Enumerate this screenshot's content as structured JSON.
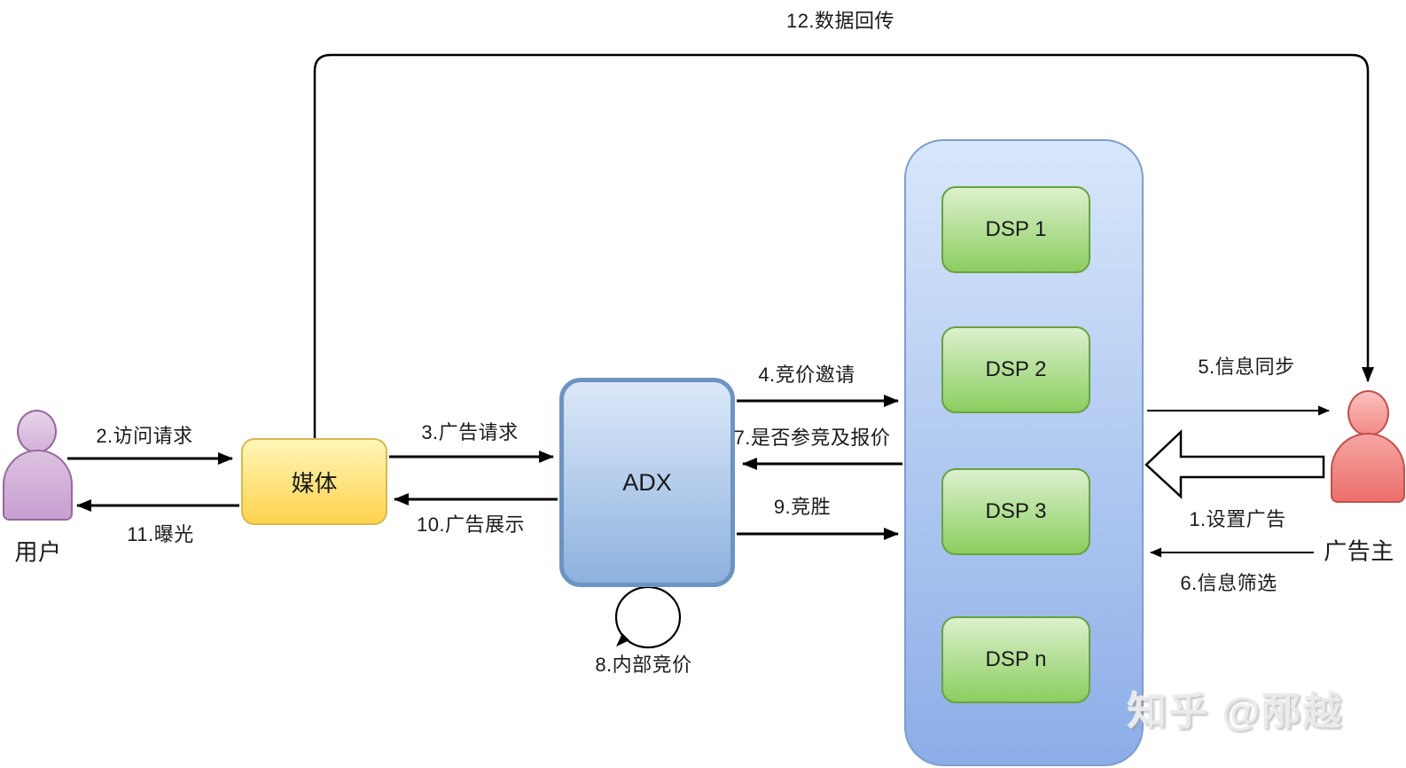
{
  "nodes": {
    "user": {
      "label": "用户"
    },
    "media": {
      "label": "媒体"
    },
    "adx": {
      "label": "ADX"
    },
    "dsp_pool": {
      "items": [
        {
          "label": "DSP 1"
        },
        {
          "label": "DSP 2"
        },
        {
          "label": "DSP 3"
        },
        {
          "label": "DSP n"
        }
      ]
    },
    "advertiser": {
      "label": "广告主"
    }
  },
  "flows": {
    "f1": {
      "label": "1.设置广告"
    },
    "f2": {
      "label": "2.访问请求"
    },
    "f3": {
      "label": "3.广告请求"
    },
    "f4": {
      "label": "4.竞价邀请"
    },
    "f5": {
      "label": "5.信息同步"
    },
    "f6": {
      "label": "6.信息筛选"
    },
    "f7": {
      "label": "7.是否参竞及报价"
    },
    "f8": {
      "label": "8.内部竞价"
    },
    "f9": {
      "label": "9.竞胜"
    },
    "f10": {
      "label": "10.广告展示"
    },
    "f11": {
      "label": "11.曝光"
    },
    "f12": {
      "label": "12.数据回传"
    }
  },
  "watermark": {
    "text": "知乎 @邴越"
  },
  "colors": {
    "media_fill": "#ffd34e",
    "media_border": "#d9b84e",
    "adx_fill": "#8db2de",
    "adx_border": "#6d94c1",
    "dsp_pool_fill": "#8cade8",
    "dsp_pool_border": "#7d9dcb",
    "dsp_fill": "#8bce5f",
    "dsp_border": "#67a23f",
    "user_fill": "#c79fd0",
    "user_border": "#96689e",
    "advertiser_fill": "#ec6f6a",
    "advertiser_border": "#c0504d",
    "arrow": "#000000"
  }
}
